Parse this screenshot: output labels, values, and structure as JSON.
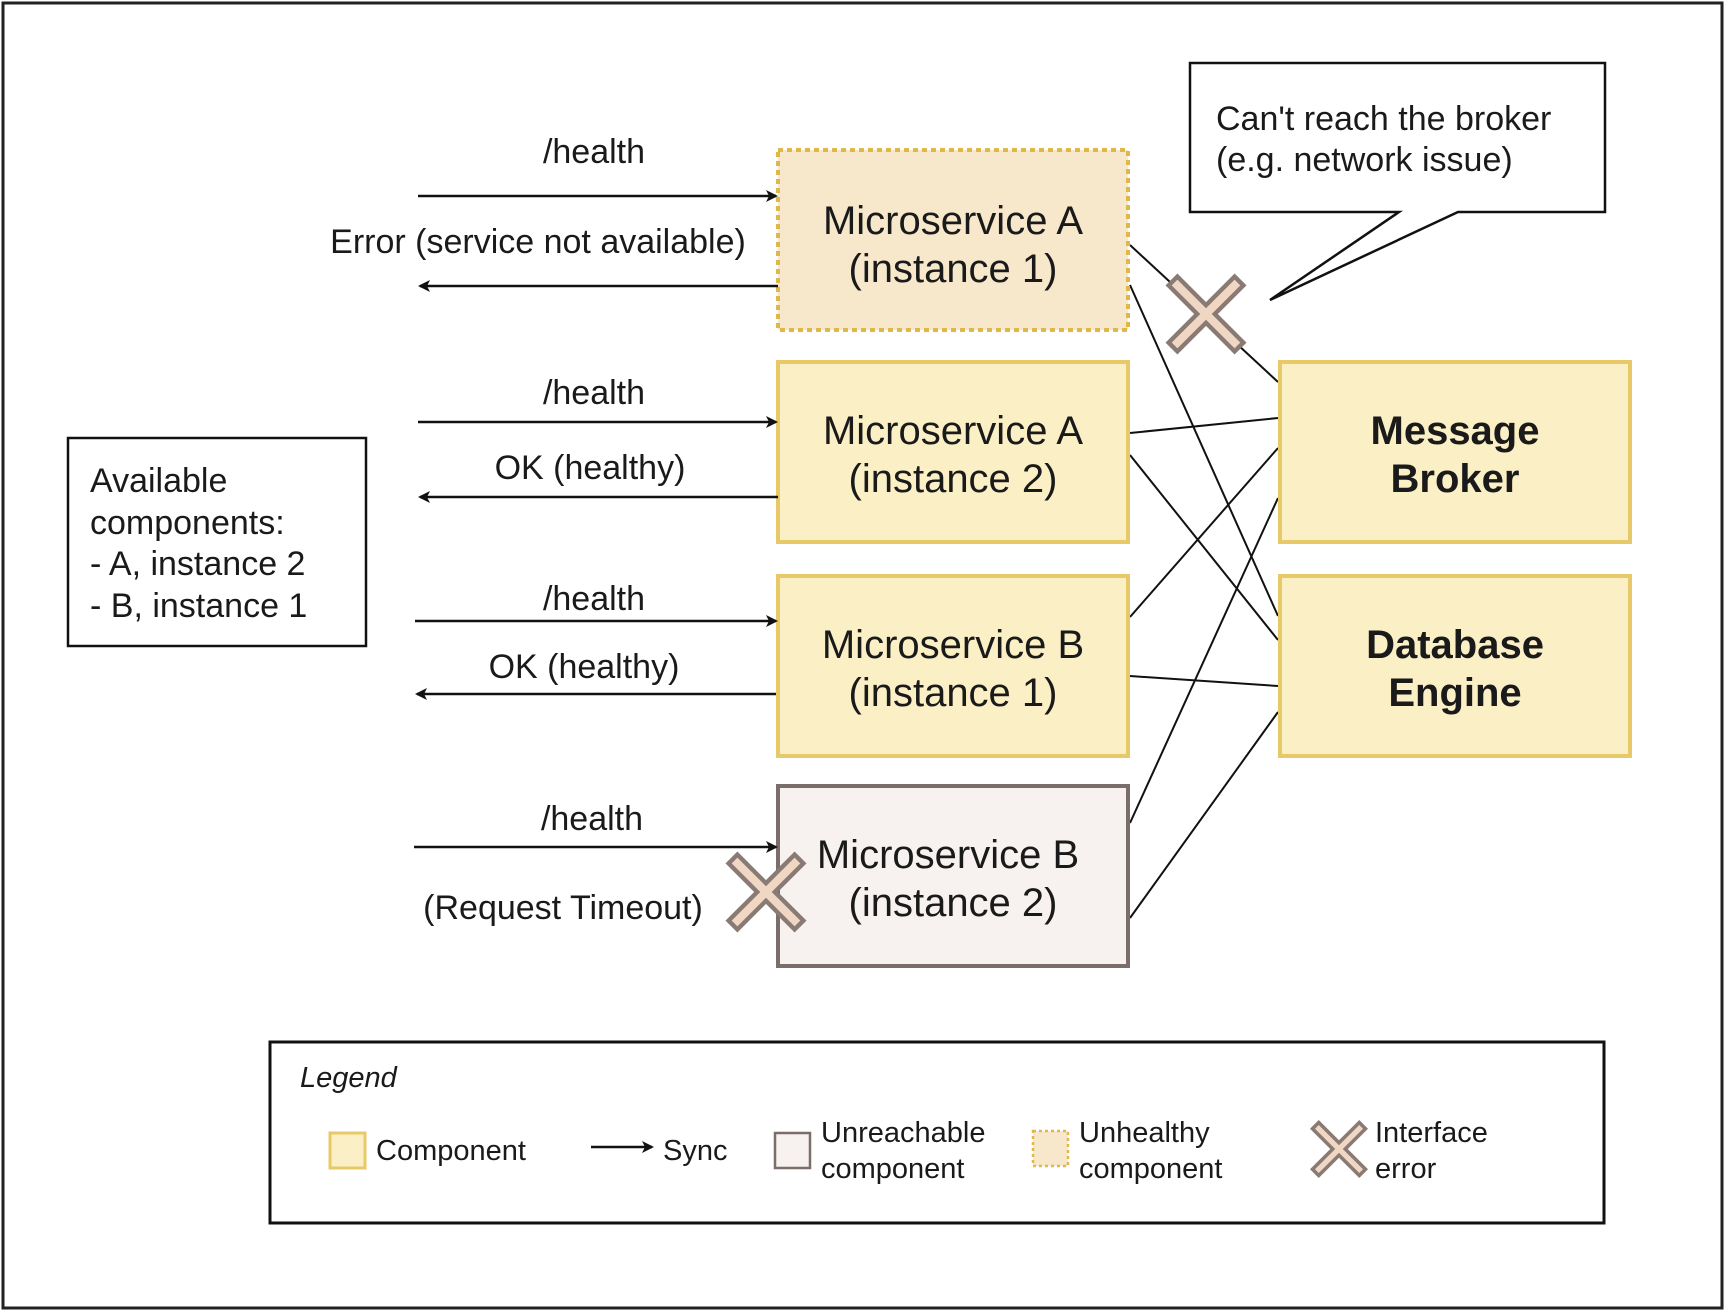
{
  "colors": {
    "component_fill": "#fbefc5",
    "component_border": "#e8c96a",
    "unhealthy_fill": "#f7e8cc",
    "unhealthy_border": "#e0b84a",
    "unreachable_fill": "#f7f2ef",
    "unreachable_border": "#7a6d6a",
    "error_x_fill": "#efd7c3",
    "error_x_stroke": "#8a7a74"
  },
  "requests": [
    {
      "request_label": "/health",
      "response_label": "Error (service not available)"
    },
    {
      "request_label": "/health",
      "response_label": "OK (healthy)"
    },
    {
      "request_label": "/health",
      "response_label": "OK (healthy)"
    },
    {
      "request_label": "/health",
      "response_label": "(Request Timeout)"
    }
  ],
  "microservices": [
    {
      "line1": "Microservice A",
      "line2": "(instance 1)",
      "status": "unhealthy"
    },
    {
      "line1": "Microservice A",
      "line2": "(instance 2)",
      "status": "component"
    },
    {
      "line1": "Microservice B",
      "line2": "(instance 1)",
      "status": "component"
    },
    {
      "line1": "Microservice B",
      "line2": "(instance 2)",
      "status": "unreachable"
    }
  ],
  "backends": [
    {
      "line1": "Message",
      "line2": "Broker"
    },
    {
      "line1": "Database",
      "line2": "Engine"
    }
  ],
  "available_note": {
    "lines": [
      "Available",
      "components:",
      "- A, instance 2",
      "- B, instance 1"
    ]
  },
  "broker_callout": {
    "lines": [
      "Can't reach the broker",
      "(e.g. network issue)"
    ]
  },
  "legend": {
    "title": "Legend",
    "items": [
      {
        "icon": "component-swatch",
        "lines": [
          "Component"
        ]
      },
      {
        "icon": "sync-arrow-icon",
        "lines": [
          "Sync"
        ]
      },
      {
        "icon": "unreachable-swatch",
        "lines": [
          "Unreachable",
          "component"
        ]
      },
      {
        "icon": "unhealthy-swatch",
        "lines": [
          "Unhealthy",
          "component"
        ]
      },
      {
        "icon": "interface-error-icon",
        "lines": [
          "Interface",
          "error"
        ]
      }
    ]
  }
}
